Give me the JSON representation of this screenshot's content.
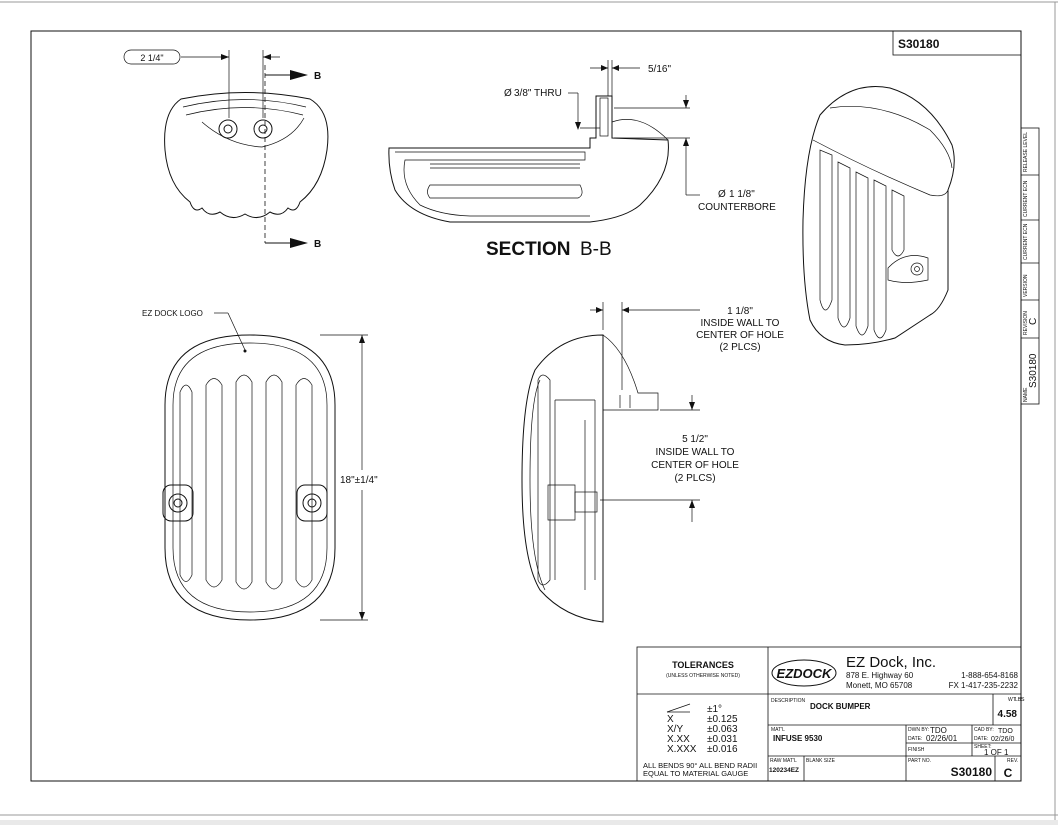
{
  "drawing": {
    "number_top": "S30180",
    "section_title": "SECTION",
    "section_letters": "B-B",
    "section_marker": "B",
    "dim_width": "2 1/4\"",
    "dim_thru": "3/8\" THRU",
    "dim_516": "5/16\"",
    "dim_counterbore_1": "1 1/8\"",
    "dim_counterbore_2": "COUNTERBORE",
    "logo_label": "EZ DOCK LOGO",
    "dim_height": "18\"±1/4\"",
    "note_a": [
      "1 1/8\"",
      "INSIDE WALL TO",
      "CENTER OF HOLE",
      "(2 PLCS)"
    ],
    "note_b": [
      "5 1/2\"",
      "INSIDE WALL TO",
      "CENTER OF HOLE",
      "(2 PLCS)"
    ],
    "diameter_symbol": "Ø"
  },
  "side_strip": {
    "release": "RELEASE LEVEL",
    "ecn1": "CURRENT ECN",
    "ecn2": "CURRENT ECN",
    "version": "VERSION",
    "revision_label": "REVISION",
    "revision": "C",
    "name_label": "NAME",
    "name": "S30180"
  },
  "tolerances": {
    "title": "TOLERANCES",
    "subtitle": "(UNLESS OTHERWISE NOTED)",
    "rows": [
      {
        "label": "∠",
        "value": "±1°"
      },
      {
        "label": "X",
        "value": "±0.125"
      },
      {
        "label": "X/Y",
        "value": "±0.063"
      },
      {
        "label": "X.XX",
        "value": "±0.031"
      },
      {
        "label": "X.XXX",
        "value": "±0.016"
      }
    ],
    "note1": "ALL BENDS 90°   ALL BEND RADII",
    "note2": "EQUAL TO MATERIAL GAUGE"
  },
  "company": {
    "logo": "EZDOCK",
    "name": "EZ Dock, Inc.",
    "addr1": "878 E. Highway 60",
    "addr2": "Monett, MO 65708",
    "phone1": "1-888-654-8168",
    "phone2": "FX  1-417-235-2232"
  },
  "title_block": {
    "desc_label": "DESCRIPTION",
    "description": "DOCK BUMPER",
    "wt_label": "WT",
    "lbs_label": "LBS",
    "weight": "4.58",
    "matl_label": "MAT'L",
    "material": "INFUSE 9530",
    "dwn_label": "DWN BY:",
    "dwn_by": "TDO",
    "date_label": "DATE:",
    "dwn_date": "02/26/01",
    "cad_label": "CAD BY:",
    "cad_by": "TDO",
    "cad_date": "02/26/0",
    "finish_label": "FINISH",
    "sheet_label": "SHEET:",
    "sheet": "1 OF 1",
    "raw_label": "RAW MAT'L",
    "raw": "120234EZ",
    "blank_label": "BLANK SIZE",
    "part_label": "PART NO.",
    "part_no": "S30180",
    "rev_label": "REV.",
    "rev": "C"
  }
}
